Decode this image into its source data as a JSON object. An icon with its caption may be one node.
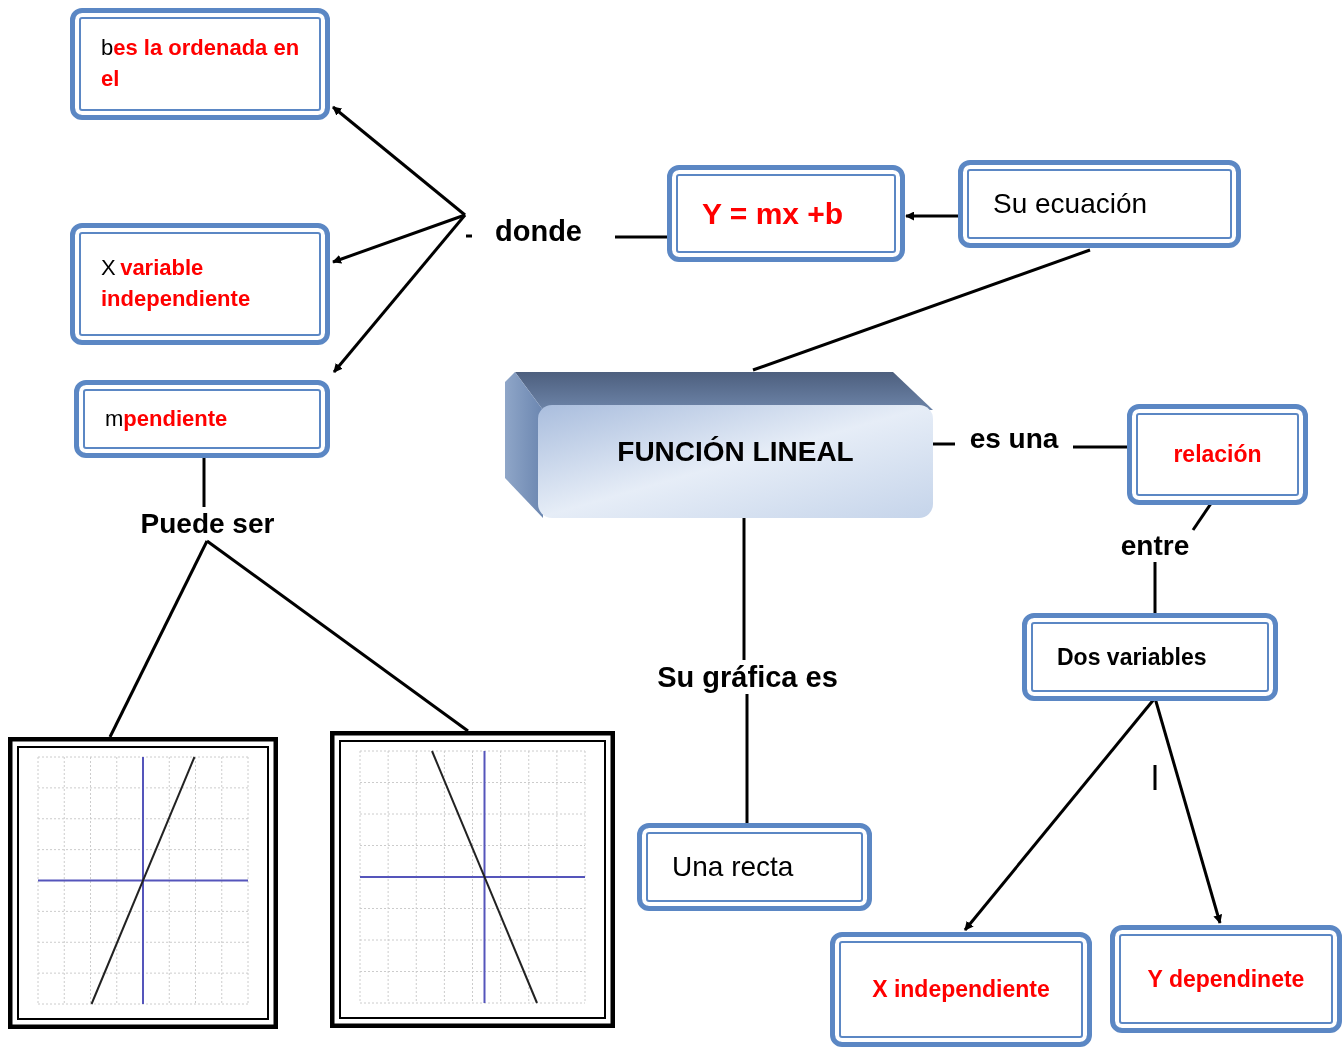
{
  "diagram": {
    "nodes": [
      {
        "text": [
          "b",
          "es la ordenada en el"
        ]
      },
      {
        "text": [
          "X",
          "variable independiente"
        ]
      },
      {
        "text": [
          "m",
          "pendiente"
        ]
      },
      {
        "text": [
          "donde"
        ]
      },
      {
        "text": [
          "Y = mx +b"
        ]
      },
      {
        "text": [
          "Su ecuación"
        ]
      },
      {
        "text": [
          "FUNCIÓN LINEAL"
        ]
      },
      {
        "text": [
          "es una"
        ]
      },
      {
        "text": [
          "relación"
        ]
      },
      {
        "text": [
          "entre"
        ]
      },
      {
        "text": [
          "Dos variables"
        ]
      },
      {
        "text": [
          "X independiente"
        ]
      },
      {
        "text": [
          "Y dependinete"
        ]
      },
      {
        "text": [
          "Puede ser"
        ]
      },
      {
        "text": [],
        "shape": "picture"
      },
      {
        "text": [],
        "shape": "picture"
      },
      {
        "text": [
          "Su gráfica es"
        ]
      },
      {
        "text": [
          "Una recta"
        ]
      }
    ],
    "edges": [
      {
        "from": 3,
        "to": 0,
        "arrow": "to"
      },
      {
        "from": 3,
        "to": 1,
        "arrow": "to"
      },
      {
        "from": 3,
        "to": 2,
        "arrow": "to"
      },
      {
        "from": 4,
        "to": 3,
        "arrow": "none"
      },
      {
        "from": 5,
        "to": 4,
        "arrow": "to"
      },
      {
        "from": 5,
        "to": 6,
        "arrow": "none"
      },
      {
        "from": 6,
        "to": 7,
        "arrow": "none"
      },
      {
        "from": 7,
        "to": 8,
        "arrow": "none"
      },
      {
        "from": 8,
        "to": 9,
        "arrow": "none"
      },
      {
        "from": 9,
        "to": 10,
        "arrow": "none"
      },
      {
        "from": 10,
        "to": 11,
        "arrow": "to"
      },
      {
        "from": 10,
        "to": 12,
        "arrow": "to"
      },
      {
        "from": 2,
        "to": 13,
        "arrow": "none"
      },
      {
        "from": 13,
        "to": 14,
        "arrow": "none"
      },
      {
        "from": 13,
        "to": 15,
        "arrow": "none"
      },
      {
        "from": 6,
        "to": 16,
        "arrow": "none"
      },
      {
        "from": 16,
        "to": 17,
        "arrow": "none"
      }
    ]
  }
}
